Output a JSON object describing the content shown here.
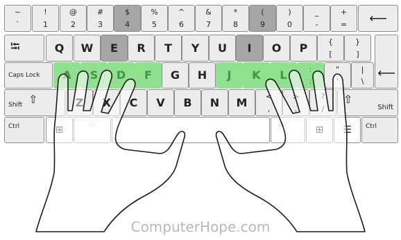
{
  "watermark": "ComputerHope.com",
  "colors": {
    "key": "#ececec",
    "key_dark": "#a6a6a6",
    "home_row_green": "#8fe08f",
    "border": "#8d8d8d"
  },
  "keys": {
    "tilde": {
      "top": "~",
      "bot": "`"
    },
    "k1": {
      "top": "!",
      "bot": "1"
    },
    "k2": {
      "top": "@",
      "bot": "2"
    },
    "k3": {
      "top": "#",
      "bot": "3"
    },
    "k4": {
      "top": "$",
      "bot": "4"
    },
    "k5": {
      "top": "%",
      "bot": "5"
    },
    "k6": {
      "top": "^",
      "bot": "6"
    },
    "k7": {
      "top": "&",
      "bot": "7"
    },
    "k8": {
      "top": "*",
      "bot": "8"
    },
    "k9": {
      "top": "(",
      "bot": "9"
    },
    "k0": {
      "top": ")",
      "bot": "0"
    },
    "minus": {
      "top": "_",
      "bot": "-"
    },
    "equals": {
      "top": "+",
      "bot": "="
    },
    "backspace": "⟵",
    "tab": "⭾",
    "q": "Q",
    "w": "W",
    "e": "E",
    "r": "R",
    "t": "T",
    "y": "Y",
    "u": "U",
    "i": "I",
    "o": "O",
    "p": "P",
    "lbracket": {
      "top": "{",
      "bot": "["
    },
    "rbracket": {
      "top": "}",
      "bot": "]"
    },
    "capslock": "Caps Lock",
    "a": "A",
    "s": "S",
    "d": "D",
    "f": "F",
    "g": "G",
    "h": "H",
    "j": "J",
    "k": "K",
    "l": "L",
    "semicolon": {
      "top": ":",
      "bot": ";"
    },
    "quote": {
      "top": "\"",
      "bot": "'"
    },
    "backslash": {
      "top": "|",
      "bot": "\\"
    },
    "enter": "⟵",
    "lshift": "Shift",
    "z": "Z",
    "x": "X",
    "c": "C",
    "v": "V",
    "b": "B",
    "n": "N",
    "m": "M",
    "comma": {
      "top": "<",
      "bot": ","
    },
    "period": {
      "top": ">",
      "bot": "."
    },
    "slash": {
      "top": "?",
      "bot": "/"
    },
    "rshift": "Shift",
    "lctrl": "Ctrl",
    "lwin": "⊞",
    "lalt": "Alt",
    "ralt": "Alt",
    "rwin": "⊞",
    "menu": "☰",
    "rctrl": "Ctrl"
  }
}
